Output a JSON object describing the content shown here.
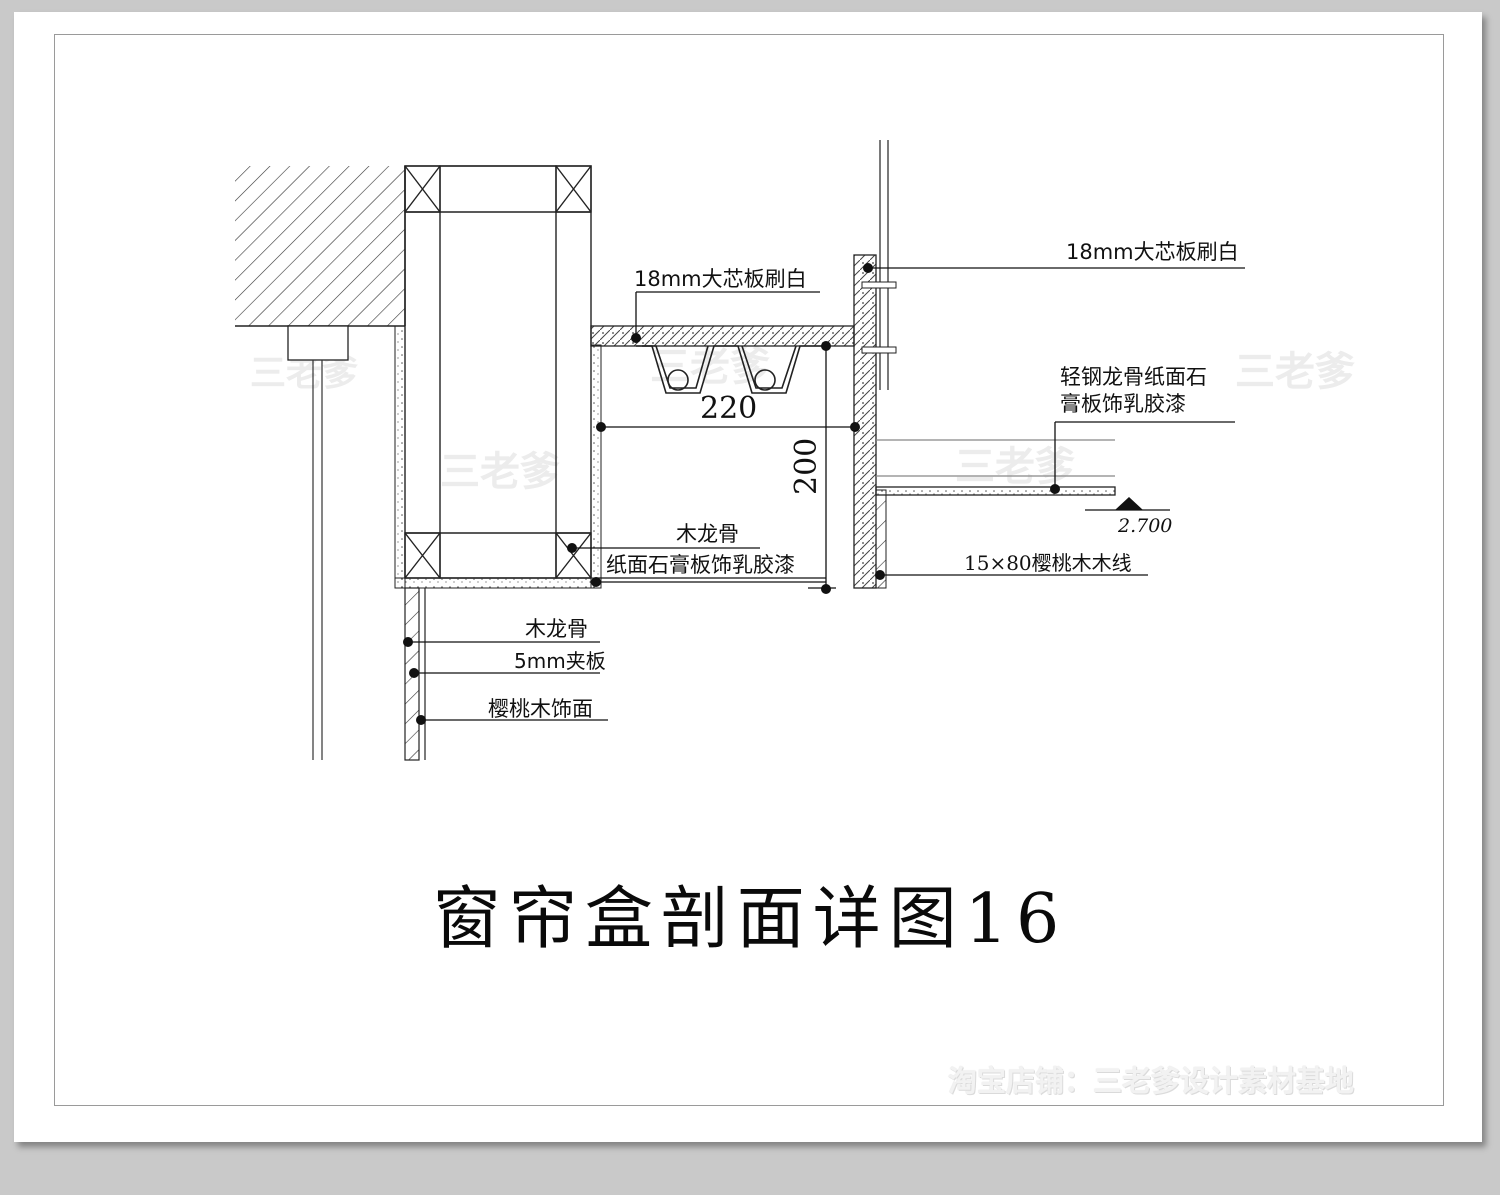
{
  "title": "窗帘盒剖面详图16",
  "watermark": "三老爹",
  "shop_mark": "淘宝店铺：三老爹设计素材基地",
  "labels": {
    "top_board_center": "18mm大芯板刷白",
    "top_board_right": "18mm大芯板刷白",
    "steel_keel_line1": "轻钢龙骨纸面石",
    "steel_keel_line2": "膏板饰乳胶漆",
    "wood_keel_mid": "木龙骨",
    "gypsum_paint": "纸面石膏板饰乳胶漆",
    "cherry_trim": "15×80樱桃木木线",
    "wood_keel_low": "木龙骨",
    "plywood": "5mm夹板",
    "cherry_veneer": "樱桃木饰面"
  },
  "dimensions": {
    "width": "220",
    "height": "200",
    "elevation": "2.700"
  }
}
